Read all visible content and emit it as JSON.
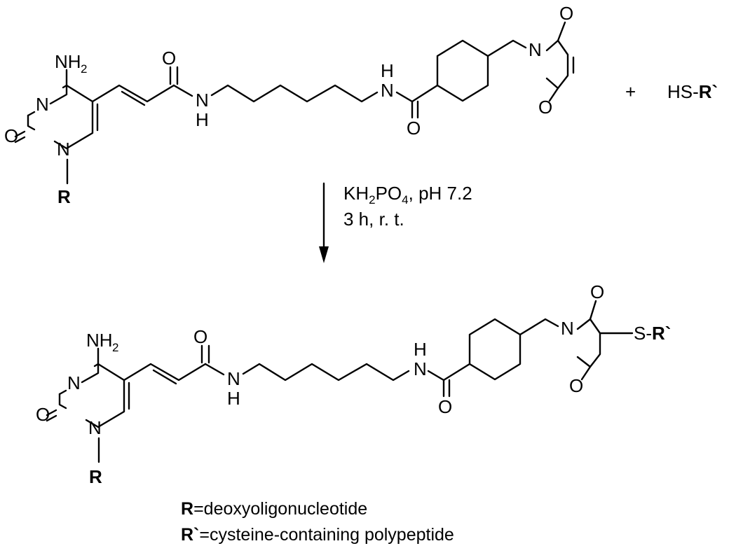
{
  "reactant": {
    "nh2_main": "NH",
    "nh2_sub": "2",
    "n3": "N",
    "o2": "O",
    "n1": "N",
    "r": "R",
    "amide1_o": "O",
    "amide1_n": "N",
    "amide1_h": "H",
    "amide2_h": "H",
    "amide2_n": "N",
    "amide2_o": "O",
    "maleimide_n": "N",
    "maleimide_o_top": "O",
    "maleimide_o_bottom": "O"
  },
  "plus": "+",
  "thiol": {
    "prefix": "HS-",
    "r_prime": "R`"
  },
  "conditions": {
    "line1_k": "K",
    "line1_h": "H",
    "line1_sub2": "2",
    "line1_po": "PO",
    "line1_sub4": "4",
    "line1_rest": ", pH 7.2",
    "line2": "3 h, r. t."
  },
  "product": {
    "nh2_main": "NH",
    "nh2_sub": "2",
    "n3": "N",
    "o2": "O",
    "n1": "N",
    "r": "R",
    "amide1_o": "O",
    "amide1_n": "N",
    "amide1_h": "H",
    "amide2_h": "H",
    "amide2_n": "N",
    "amide2_o": "O",
    "succinimide_n": "N",
    "succinimide_o_top": "O",
    "succinimide_o_bottom": "O",
    "s_prefix": "S-",
    "r_prime": "R`"
  },
  "legend": {
    "r_symbol": "R",
    "r_definition": "=deoxyoligonucleotide",
    "rp_symbol": "R`",
    "rp_definition": "=cysteine-containing polypeptide"
  }
}
